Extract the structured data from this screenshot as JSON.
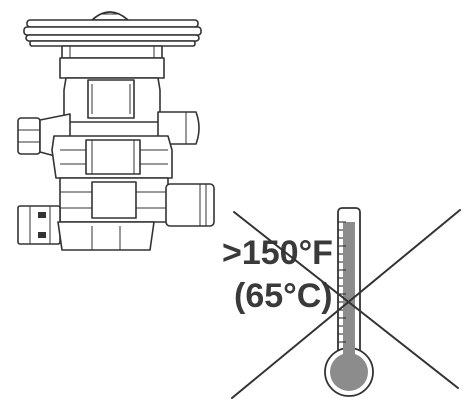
{
  "warning": {
    "temperature_f": ">150°F",
    "temperature_c": "(65°C)"
  },
  "icons": {
    "valve": "expansion-valve-drawing",
    "thermometer": "thermometer-icon",
    "prohibition": "cross-out-icon"
  },
  "colors": {
    "line": "#333333",
    "thermometer_fill": "#8c8c8c",
    "text": "#3a3a3a"
  }
}
